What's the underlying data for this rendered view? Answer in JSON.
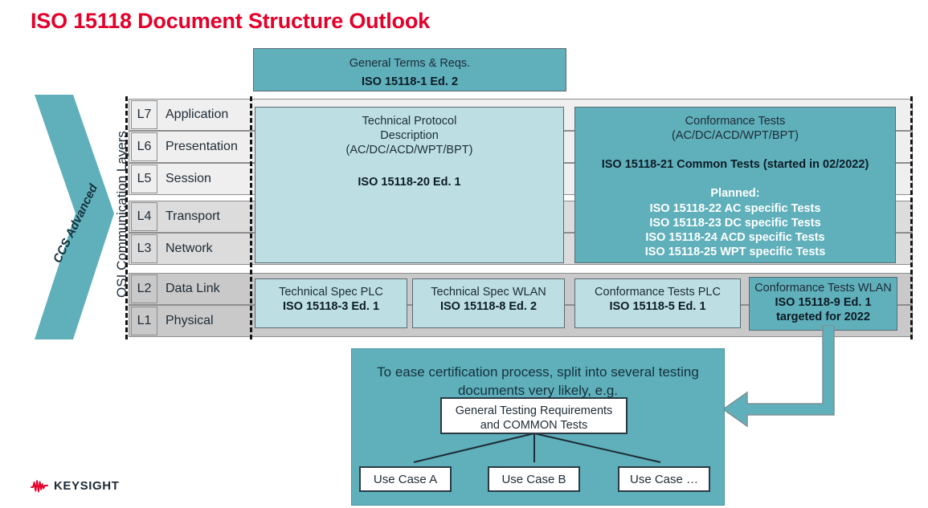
{
  "page": {
    "title": "ISO 15118 Document Structure Outlook"
  },
  "colors": {
    "title_red": "#e4002b",
    "teal": "#5fb0bb",
    "light_cyan": "#bddfe4",
    "layer_light": "#efefef",
    "layer_mid": "#dcdcdc",
    "layer_dark": "#c9c9c9",
    "ink": "#1d2b36"
  },
  "left_arrow": {
    "label": "CCS Advanced"
  },
  "osi": {
    "caption": "OSI Communication Layers",
    "layers": [
      {
        "code": "L7",
        "name": "Application",
        "tone": "light"
      },
      {
        "code": "L6",
        "name": "Presentation",
        "tone": "light"
      },
      {
        "code": "L5",
        "name": "Session",
        "tone": "light"
      },
      {
        "code": "L4",
        "name": "Transport",
        "tone": "mid"
      },
      {
        "code": "L3",
        "name": "Network",
        "tone": "mid"
      },
      {
        "code": "L2",
        "name": "Data Link",
        "tone": "dark"
      },
      {
        "code": "L1",
        "name": "Physical",
        "tone": "dark"
      }
    ]
  },
  "boxes": {
    "general_terms": {
      "line1": "General Terms & Reqs.",
      "line2": "ISO 15118-1 Ed. 2"
    },
    "technical_protocol": {
      "line1": "Technical Protocol",
      "line2": "Description",
      "line3": "(AC/DC/ACD/WPT/BPT)",
      "line4": "ISO 15118-20 Ed. 1"
    },
    "conformance_tests": {
      "line1": "Conformance Tests",
      "line2": "(AC/DC/ACD/WPT/BPT)",
      "line3": "ISO 15118-21 Common Tests (started in 02/2022)",
      "planned_label": "Planned:",
      "planned": [
        "ISO 15118-22 AC specific Tests",
        "ISO 15118-23 DC specific Tests",
        "ISO 15118-24 ACD specific Tests",
        "ISO 15118-25 WPT specific Tests"
      ]
    },
    "spec_plc": {
      "line1": "Technical Spec PLC",
      "line2": "ISO 15118-3 Ed. 1"
    },
    "spec_wlan": {
      "line1": "Technical Spec WLAN",
      "line2": "ISO 15118-8 Ed. 2"
    },
    "conf_plc": {
      "line1": "Conformance Tests PLC",
      "line2": "ISO 15118-5 Ed. 1"
    },
    "conf_wlan": {
      "line1": "Conformance Tests WLAN",
      "line2": "ISO 15118-9 Ed. 1",
      "line3": "targeted for 2022"
    }
  },
  "bottom_panel": {
    "headline_line1": "To ease certification process, split into several testing",
    "headline_line2": "documents very likely, e.g.",
    "common": {
      "line1": "General Testing Requirements",
      "line2": "and COMMON Tests"
    },
    "use_cases": [
      "Use Case A",
      "Use Case B",
      "Use Case …"
    ]
  },
  "footer": {
    "brand": "KEYSIGHT"
  }
}
